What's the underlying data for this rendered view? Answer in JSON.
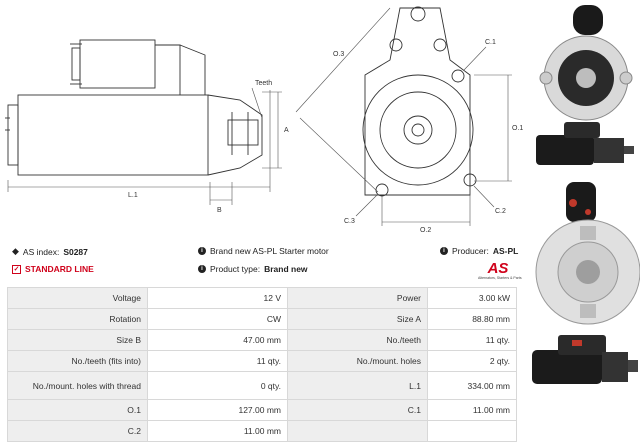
{
  "drawing": {
    "label_teeth": "Teeth",
    "label_l1": "L.1",
    "label_a": "A",
    "label_b": "B",
    "label_o3": "O.3",
    "label_c1": "C.1",
    "label_o1": "O.1",
    "label_c2": "C.2",
    "label_c3": "C.3",
    "label_o2": "O.2"
  },
  "info": {
    "as_index_label": "AS index:",
    "as_index_value": "S0287",
    "desc_text": "Brand new AS-PL Starter motor",
    "producer_label": "Producer:",
    "producer_value": "AS-PL",
    "standard_line": "STANDARD LINE",
    "product_type_label": "Product type:",
    "product_type_value": "Brand new",
    "logo_text": "AS",
    "logo_tagline": "Alternators, Starters & Parts"
  },
  "specs": {
    "rows": [
      {
        "l1": "Voltage",
        "v1": "12 V",
        "l2": "Power",
        "v2": "3.00 kW"
      },
      {
        "l1": "Rotation",
        "v1": "CW",
        "l2": "Size A",
        "v2": "88.80 mm"
      },
      {
        "l1": "Size B",
        "v1": "47.00 mm",
        "l2": "No./teeth",
        "v2": "11 qty."
      },
      {
        "l1": "No./teeth (fits into)",
        "v1": "11 qty.",
        "l2": "No./mount. holes",
        "v2": "2 qty."
      },
      {
        "l1": "No./mount. holes with thread",
        "v1": "0 qty.",
        "l2": "L.1",
        "v2": "334.00 mm"
      },
      {
        "l1": "O.1",
        "v1": "127.00 mm",
        "l2": "C.1",
        "v2": "11.00 mm"
      },
      {
        "l1": "C.2",
        "v1": "11.00 mm",
        "l2": "",
        "v2": ""
      }
    ]
  },
  "colors": {
    "accent_red": "#d0021b",
    "label_bg": "#eeeeee",
    "border": "#d8d8d8"
  }
}
